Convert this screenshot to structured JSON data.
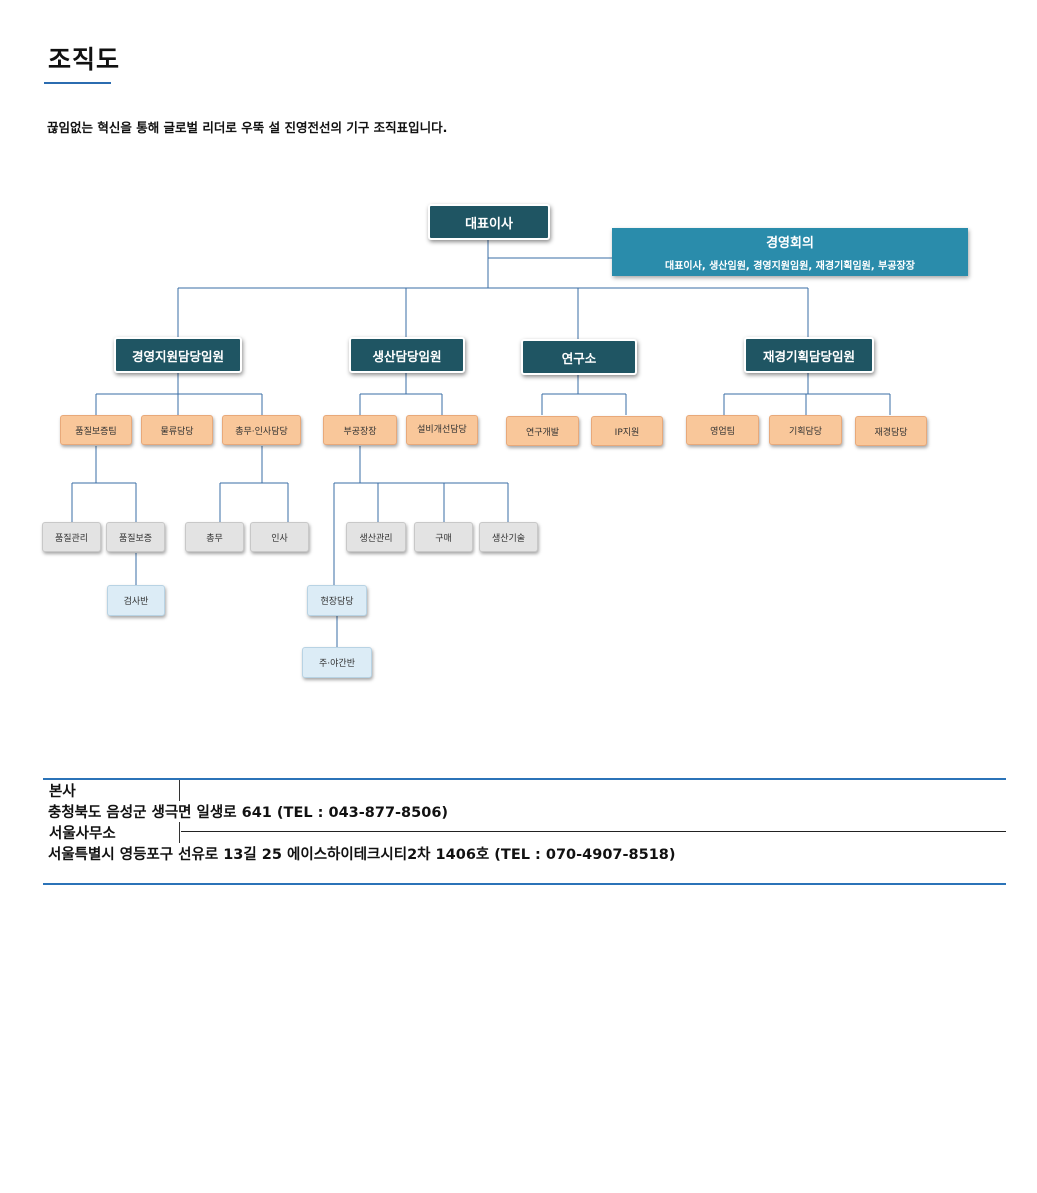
{
  "page": {
    "title": "조직도",
    "intro": "끊임없는 혁신을 통해 글로벌 리더로 우뚝 설 진영전선의 기구 조직표입니다."
  },
  "org": {
    "ceo": "대표이사",
    "meeting": {
      "title": "경영회의",
      "members": "대표이사, 생산임원, 경영지원임원, 재경기획임원, 부공장장"
    },
    "divisions": {
      "management": "경영지원담당임원",
      "production": "생산담당임원",
      "research": "연구소",
      "finance": "재경기획담당임원"
    },
    "teams": {
      "quality_assurance": "품질보증팀",
      "logistics": "물류담당",
      "general_hr": "총무·인사담당",
      "deputy_plant_manager": "부공장장",
      "facility_improvement": "설비개선담당",
      "rnd": "연구개발",
      "ip": "IP지원",
      "sales": "영업팀",
      "planning": "기획담당",
      "finance_team": "재경담당"
    },
    "units": {
      "quality_control": "품질관리",
      "quality_assurance": "품질보증",
      "general_affairs": "총무",
      "personnel": "인사",
      "production_management": "생산관리",
      "purchasing": "구매",
      "production_technology": "생산기술"
    },
    "subunits": {
      "inspection": "검사반",
      "site_management": "현장담당",
      "day_night_shift": "주·야간반"
    }
  },
  "offices": [
    {
      "label": "본사",
      "address": "충청북도 음성군 생극면 일생로 641 (TEL : 043-877-8506)"
    },
    {
      "label": "서울사무소",
      "address": "서울특별시 영등포구 선유로 13길 25 에이스하이테크시티2차 1406호 (TEL : 070-4907-8518)"
    }
  ]
}
